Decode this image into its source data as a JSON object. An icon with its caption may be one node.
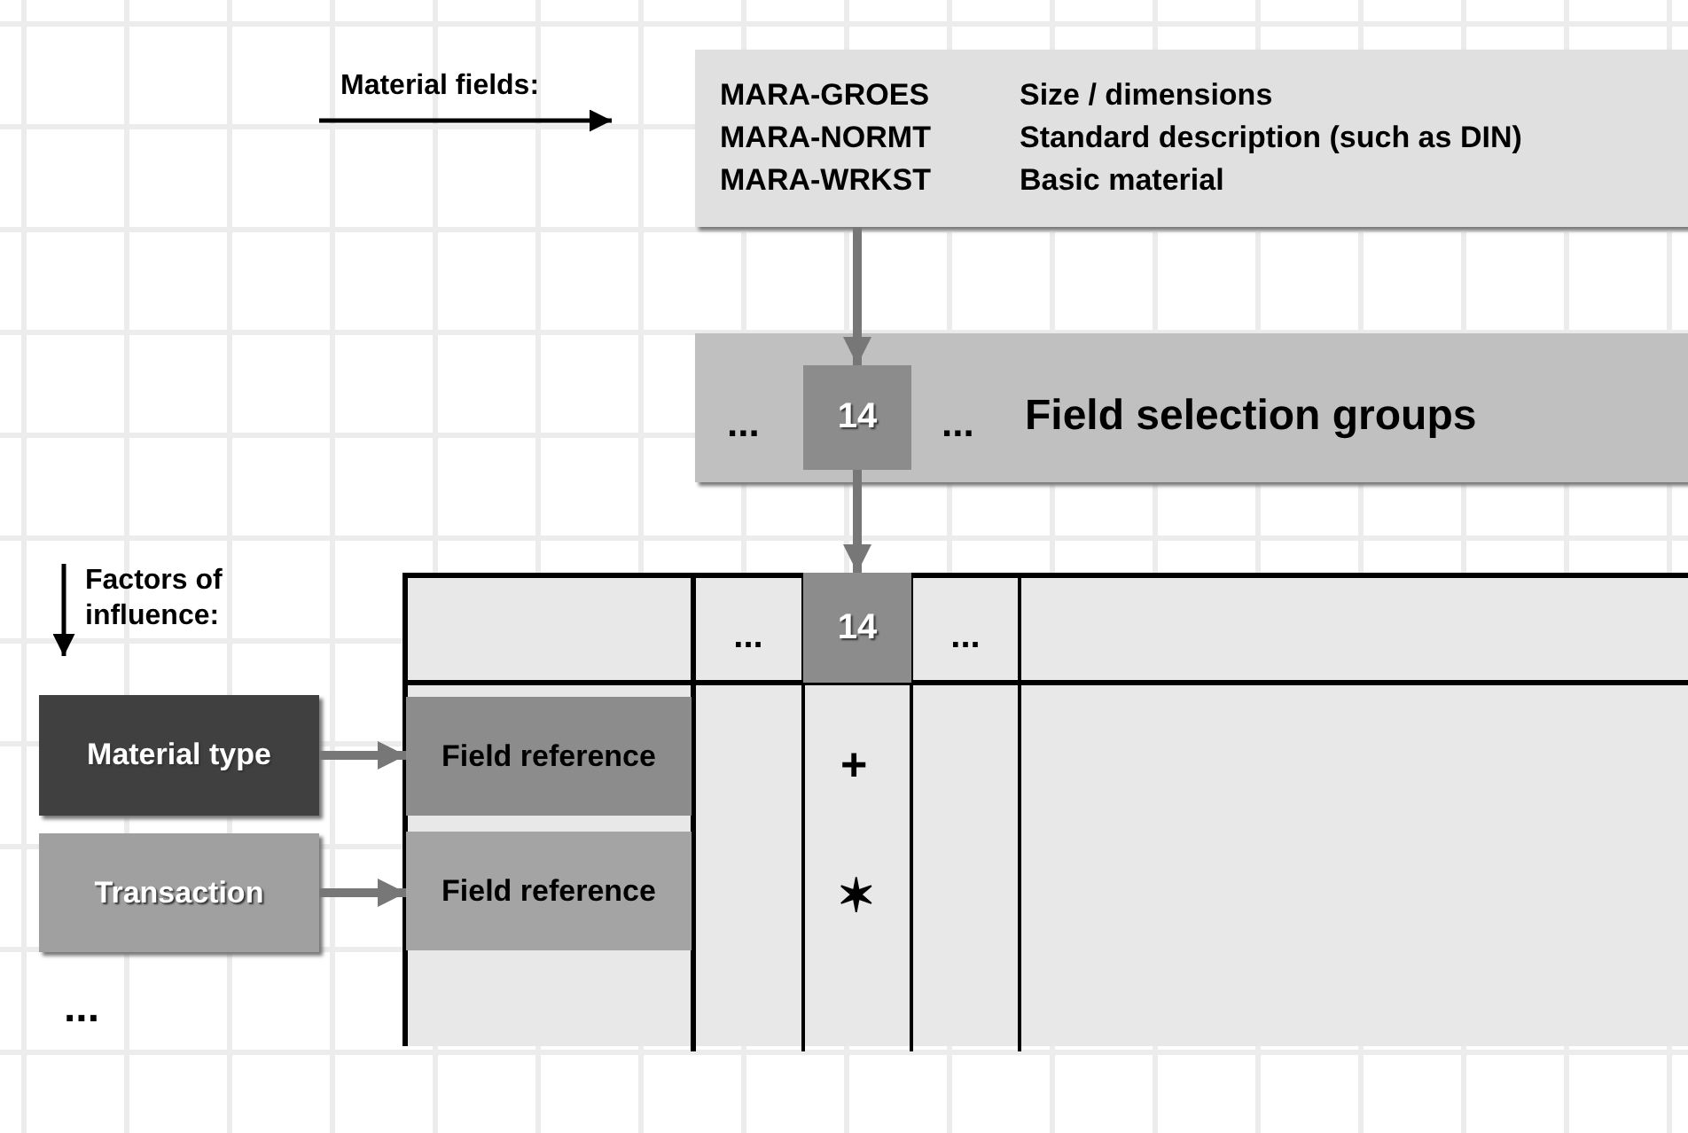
{
  "diagram": {
    "nodes": [
      {
        "text": [
          "MARA-GROES",
          "Size / dimensions",
          "MARA-NORMT",
          "Standard description (such as DIN)",
          "MARA-WRKST",
          "Basic material"
        ]
      },
      {
        "text": [
          "...",
          "...",
          "Field selection groups"
        ]
      },
      {
        "text": [
          "14"
        ],
        "in": 1
      },
      {
        "text": [],
        "shape": "box"
      },
      {
        "text": [
          "..."
        ],
        "in": 3
      },
      {
        "text": [
          "14"
        ],
        "in": 3
      },
      {
        "text": [
          "..."
        ],
        "in": 3
      },
      {
        "text": [
          "Material type"
        ]
      },
      {
        "text": [
          "Field reference"
        ],
        "in": 3
      },
      {
        "text": [
          "Transaction"
        ]
      },
      {
        "text": [
          "Field reference"
        ],
        "in": 3
      }
    ],
    "edges": [
      {
        "from": 0,
        "to": 2,
        "arrow": "to"
      },
      {
        "from": 2,
        "to": 5,
        "arrow": "to"
      },
      {
        "from": 7,
        "to": 8,
        "arrow": "to"
      },
      {
        "from": 9,
        "to": 10,
        "arrow": "to"
      }
    ],
    "labels": [
      "Material fields:",
      "Factors of influence:",
      "+",
      "✶",
      "..."
    ]
  }
}
